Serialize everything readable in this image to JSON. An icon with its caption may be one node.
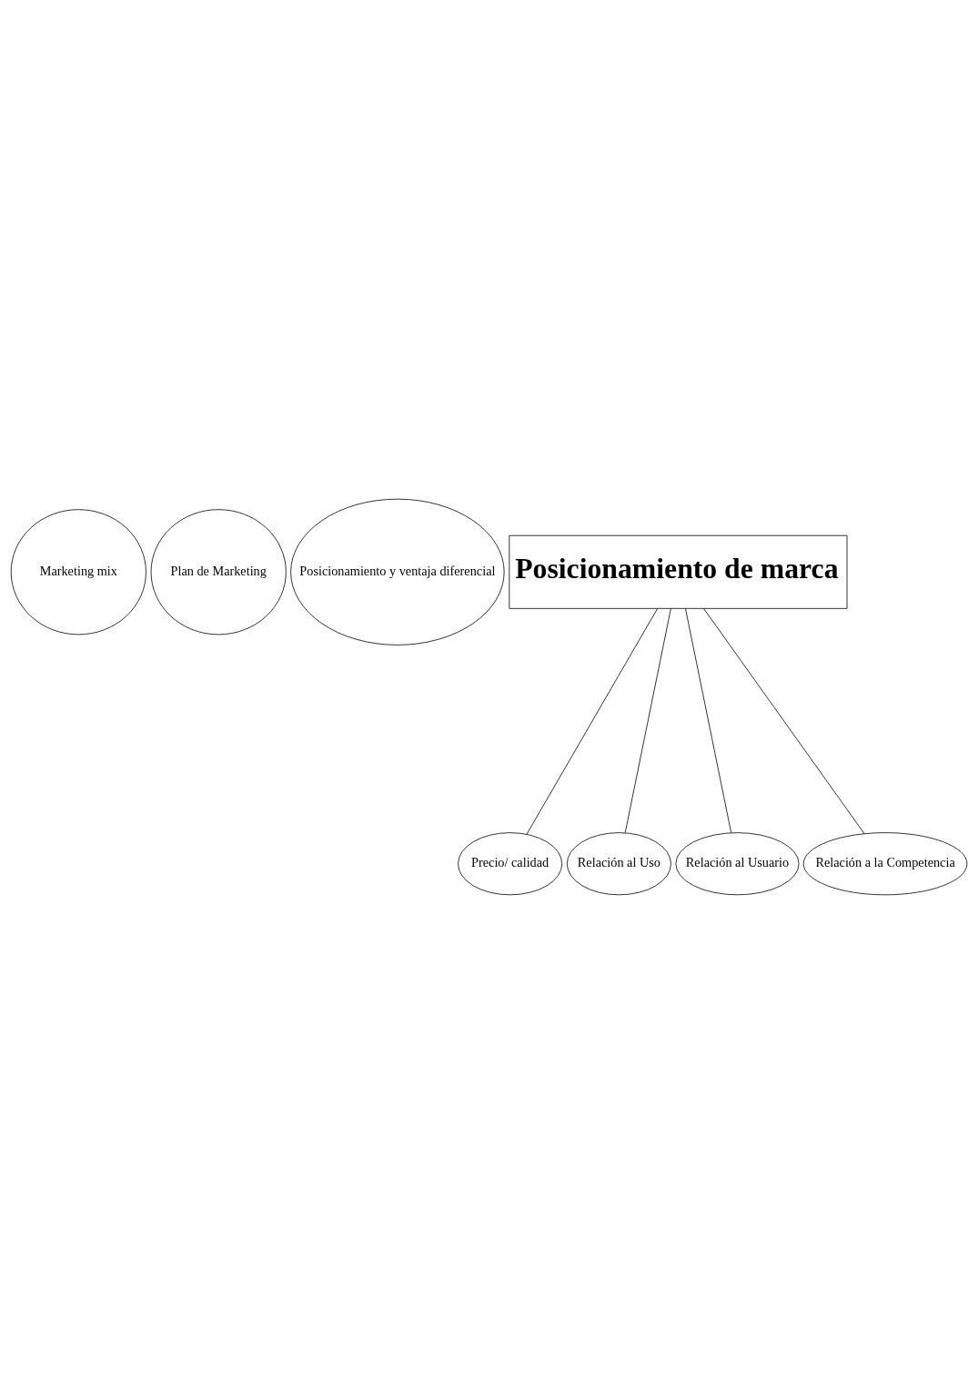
{
  "diagram": {
    "nodes": [
      {
        "text": [
          "Marketing mix"
        ]
      },
      {
        "text": [
          "Plan de Marketing"
        ]
      },
      {
        "text": [
          "Posicionamiento y ventaja diferencial"
        ]
      },
      {
        "text": [
          "Posicionamiento de marca"
        ]
      },
      {
        "text": [
          "Precio/ calidad"
        ]
      },
      {
        "text": [
          "Relación al Uso"
        ]
      },
      {
        "text": [
          "Relación al Usuario"
        ]
      },
      {
        "text": [
          "Relación a la Competencia"
        ]
      }
    ],
    "edges": [
      {
        "from": 3,
        "to": 4,
        "arrow": "none"
      },
      {
        "from": 3,
        "to": 5,
        "arrow": "none"
      },
      {
        "from": 3,
        "to": 6,
        "arrow": "none"
      },
      {
        "from": 3,
        "to": 7,
        "arrow": "none"
      }
    ]
  }
}
